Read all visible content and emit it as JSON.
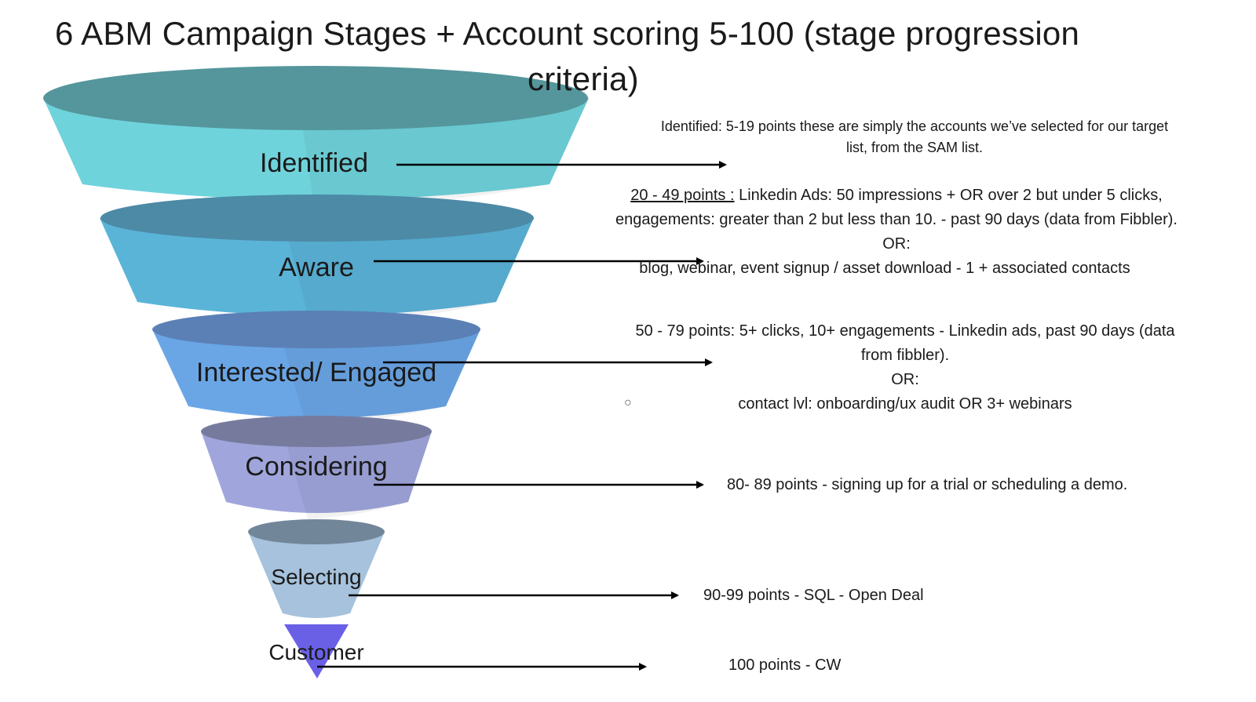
{
  "title": {
    "line1": "6  ABM Campaign Stages + Account scoring 5-100 (stage progression",
    "line2": "criteria)"
  },
  "colors": {
    "identified": "#6fd3dc",
    "aware": "#5ab4d8",
    "interested": "#6aa6e6",
    "considering": "#a0a6dc",
    "selecting": "#a6c2dc",
    "customer": "#6a60e6"
  },
  "stages": [
    {
      "label": "Identified"
    },
    {
      "label": "Aware"
    },
    {
      "label": "Interested/ Engaged"
    },
    {
      "label": "Considering"
    },
    {
      "label": "Selecting"
    },
    {
      "label": "Customer"
    }
  ],
  "descriptions": {
    "identified": {
      "line1": "Identified: 5-19 points  these are simply the accounts we’ve selected for our target",
      "line2": "list, from the SAM list."
    },
    "aware": {
      "points": "20 - 49 points :",
      "line1_rest": " Linkedin Ads:  50 impressions + OR over 2 but under 5 clicks,",
      "line2": "engagements: greater than 2 but less than 10. - past 90 days (data from Fibbler).",
      "line3": "OR:",
      "line4": "blog, webinar, event signup / asset download - 1 + associated contacts"
    },
    "interested": {
      "line1": "50 - 79 points:  5+ clicks, 10+ engagements  - Linkedin ads,  past 90 days (data",
      "line2": "from fibbler).",
      "line3": "OR:",
      "bullet": "○",
      "line4": "contact  lvl: onboarding/ux audit OR 3+  webinars"
    },
    "considering": {
      "line1": "80- 89 points -   signing up for a trial or scheduling a demo."
    },
    "selecting": {
      "line1": "90-99 points -   SQL - Open Deal"
    },
    "customer": {
      "line1": "100 points -   CW"
    }
  }
}
